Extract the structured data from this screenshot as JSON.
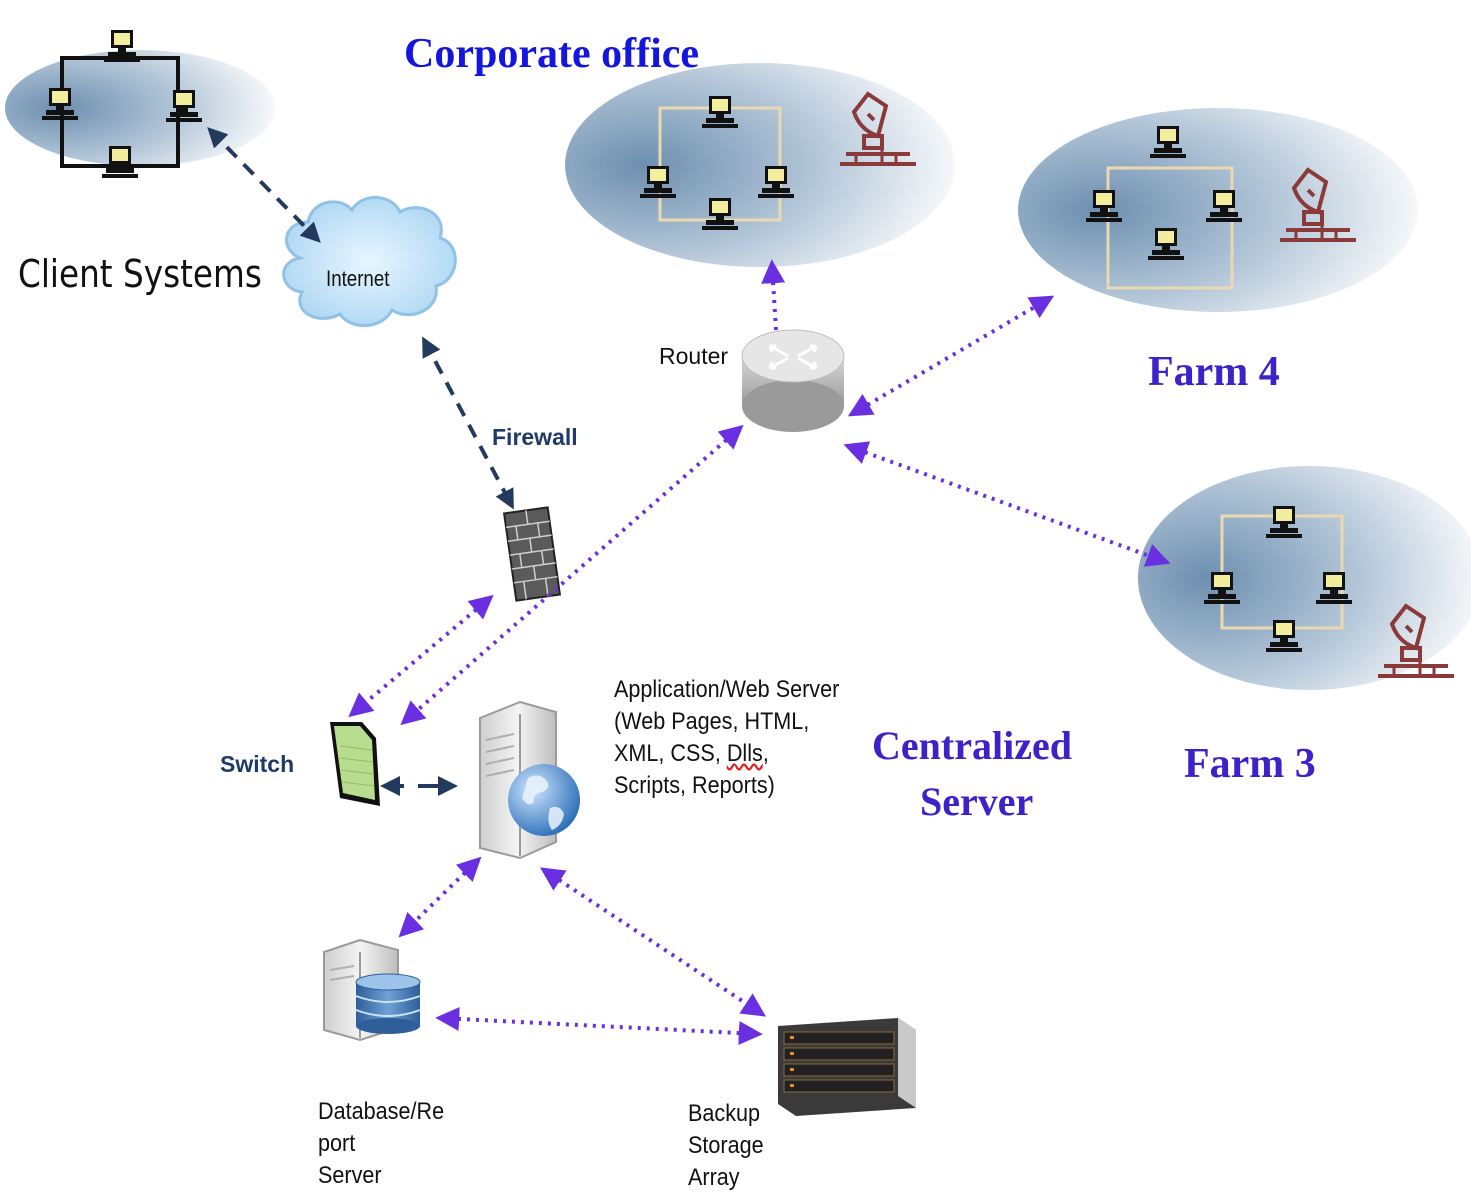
{
  "colors": {
    "blue_label": "#1515e0",
    "purple_label": "#3b22c9",
    "navy_label": "#1f3a68",
    "dotted_link": "#6a2fe0",
    "dashed_link": "#23395d",
    "network_ellipse": "#7f9fbc",
    "dish": "#8b3a3a"
  },
  "labels": {
    "corporate_office": "Corporate office",
    "client_systems": "Client Systems",
    "internet": "Internet",
    "router": "Router",
    "firewall": "Firewall",
    "switch": "Switch",
    "farm4": "Farm 4",
    "farm3": "Farm 3",
    "centralized_server_line1": "Centralized",
    "centralized_server_line2": "Server",
    "app_server_line1": "Application/Web  Server",
    "app_server_line2": "(Web Pages, HTML,",
    "app_server_line3a": "XML, CSS, ",
    "app_server_line3b": "Dlls",
    "app_server_line3c": ",",
    "app_server_line4": "Scripts, Reports)",
    "database_server": "Database/Re\nport\nServer",
    "backup_storage": "Backup\nStorage\nArray"
  },
  "icons": [
    "network-cluster-icon",
    "computer-icon",
    "satellite-dish-icon",
    "cloud-icon",
    "router-icon",
    "firewall-icon",
    "switch-icon",
    "web-server-icon",
    "database-server-icon",
    "storage-array-icon"
  ]
}
